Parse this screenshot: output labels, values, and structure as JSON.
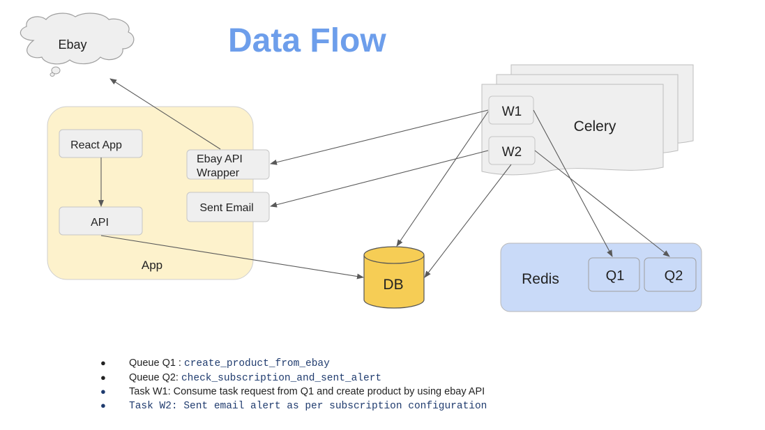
{
  "title": "Data Flow",
  "colors": {
    "title": "#6d9eeb",
    "app_fill": "#fdf2cc",
    "redis_fill": "#c9daf8",
    "db_fill": "#f6cd55",
    "box_fill": "#efefef",
    "arrow": "#595959"
  },
  "nodes": {
    "ebay": "Ebay",
    "app": "App",
    "react_app": "React App",
    "api": "API",
    "ebay_api_wrapper_line1": "Ebay API",
    "ebay_api_wrapper_line2": "Wrapper",
    "sent_email": "Sent Email",
    "celery": "Celery",
    "w1": "W1",
    "w2": "W2",
    "db": "DB",
    "redis": "Redis",
    "q1": "Q1",
    "q2": "Q2"
  },
  "notes": [
    {
      "prefix": "Queue Q1 : ",
      "code": "create_product_from_ebay"
    },
    {
      "prefix": "Queue Q2: ",
      "code": "check_subscription_and_sent_alert"
    },
    {
      "text": "Task W1: Consume task request from Q1 and create product by using ebay API"
    },
    {
      "text": "Task W2: Sent email alert as per subscription configuration"
    }
  ]
}
